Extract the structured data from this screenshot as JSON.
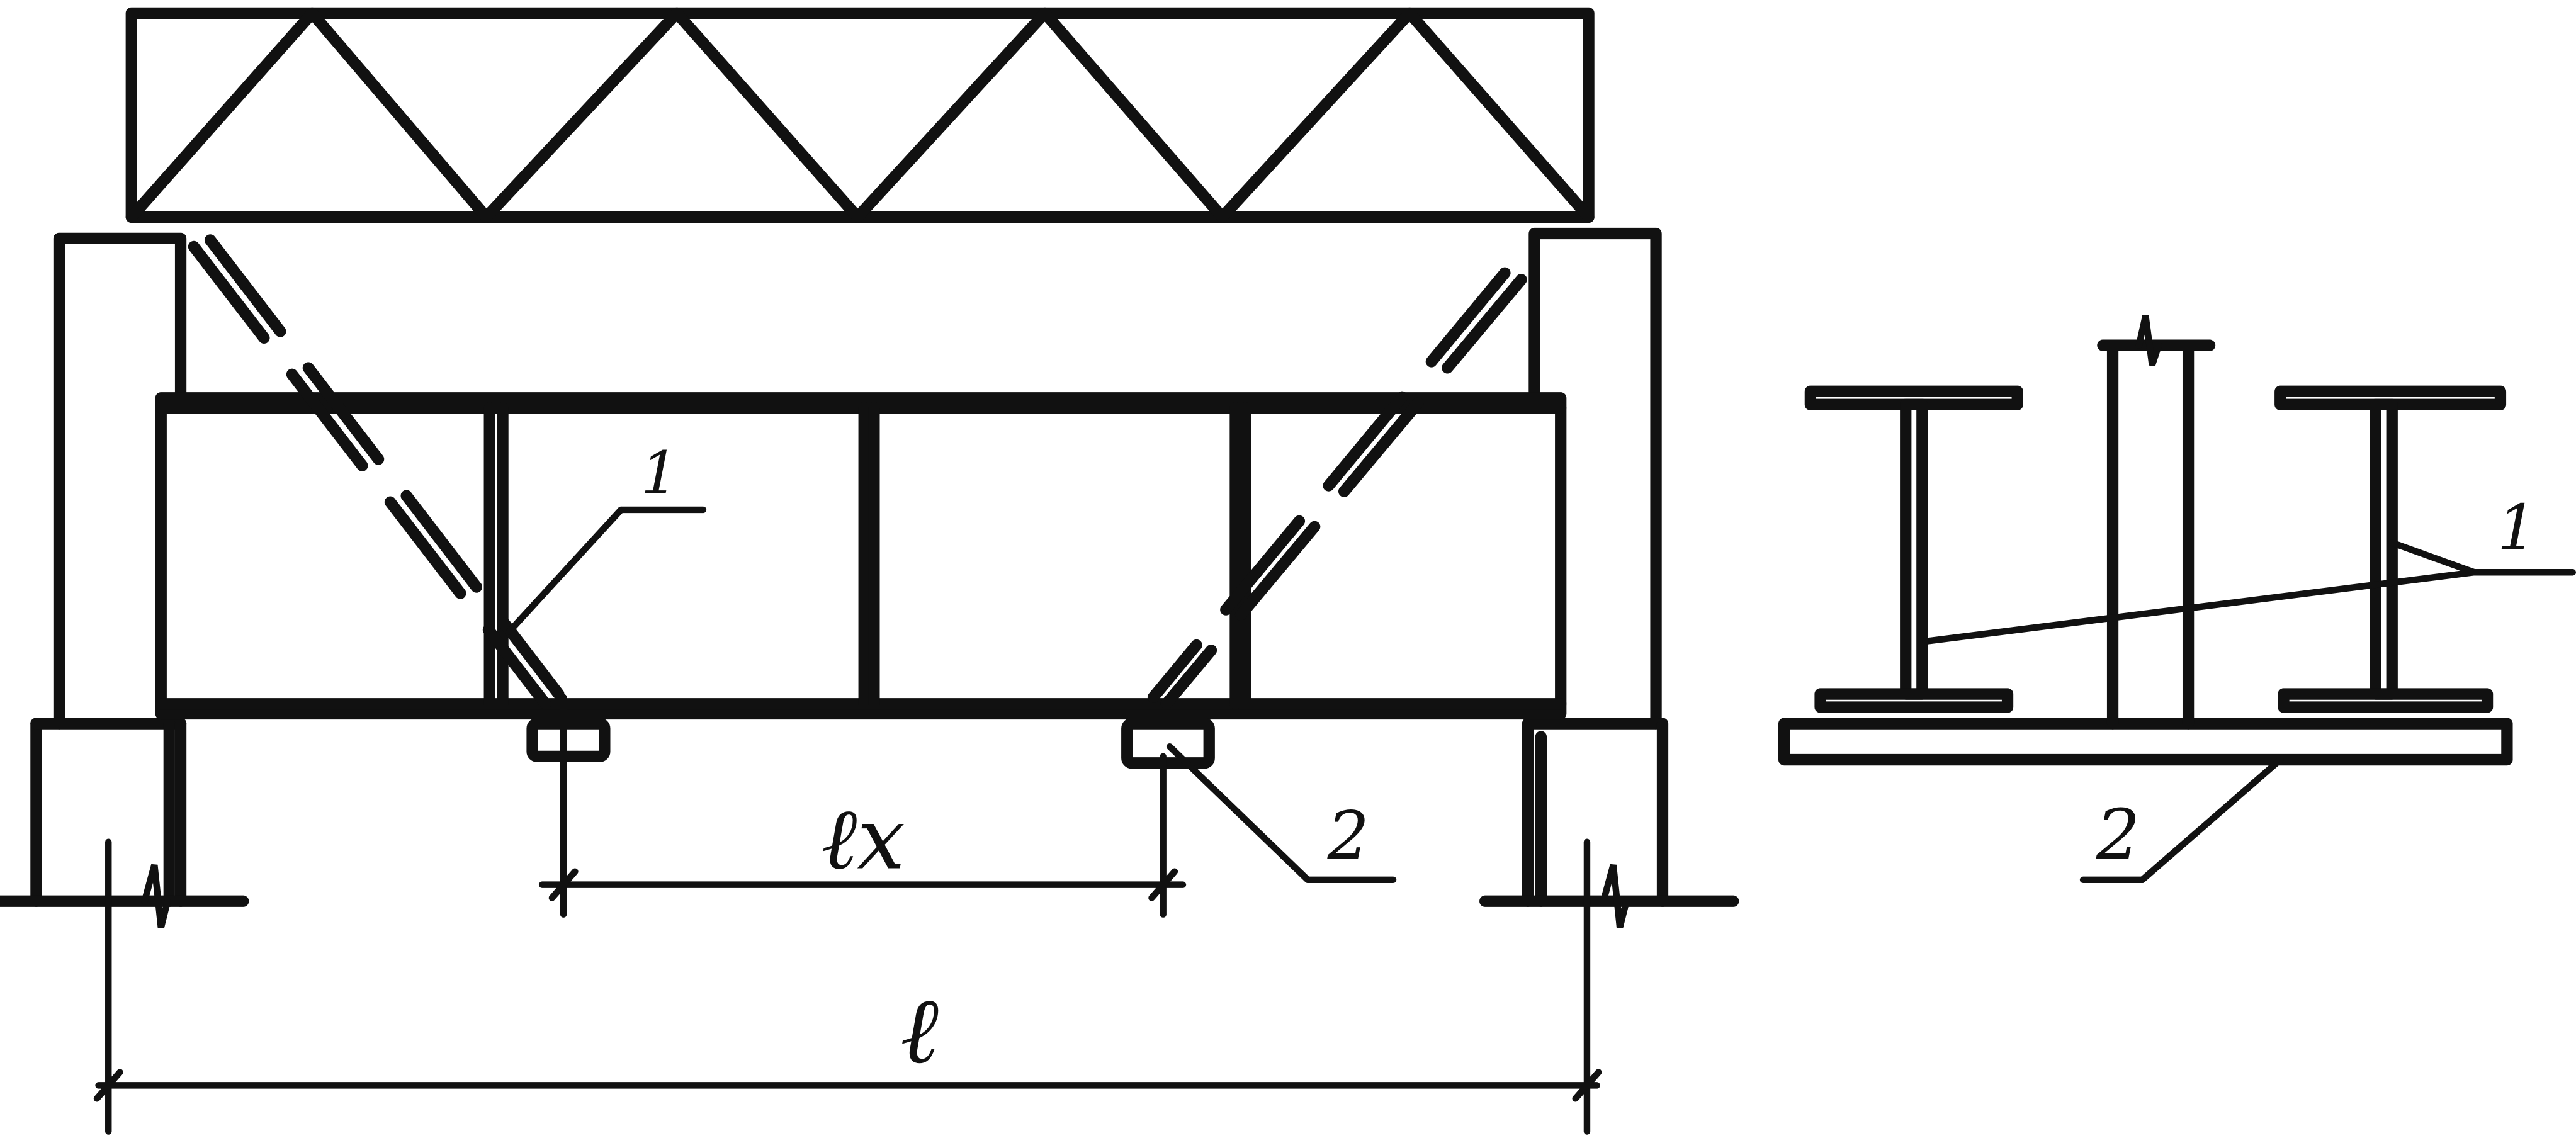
{
  "labels": {
    "callout_1_front": "1",
    "callout_2_front": "2",
    "callout_1_section": "1",
    "callout_2_section": "2",
    "dim_lx": "ℓx",
    "dim_l": "ℓ"
  }
}
